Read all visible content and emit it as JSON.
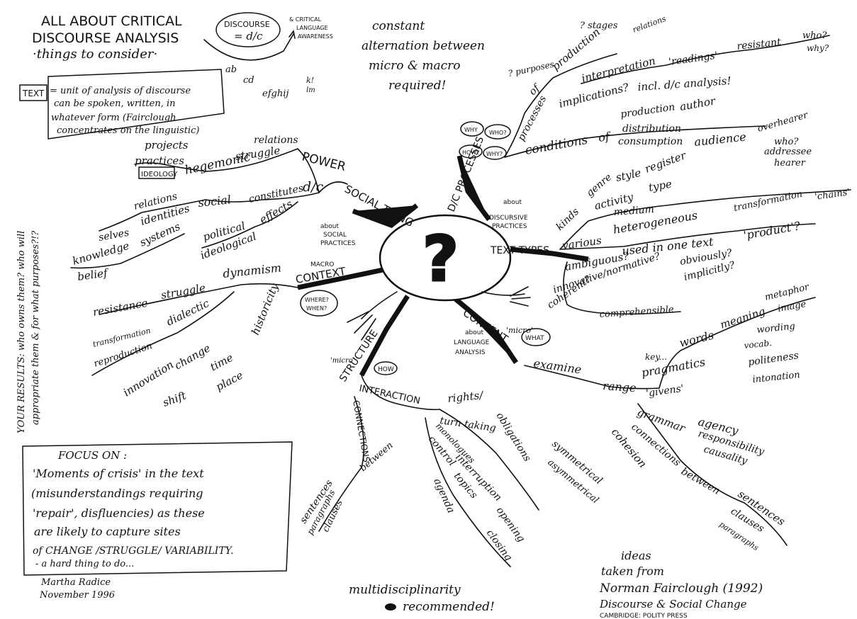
{
  "title": {
    "line1": "ALL ABOUT CRITICAL",
    "line2": "DISCOURSE ANALYSIS",
    "line3": "·things to consider·",
    "bubble_l1": "DISCOURSE",
    "bubble_l2": "= d/c",
    "cla_l1": "& CRITICAL",
    "cla_l2": "LANGUAGE",
    "cla_l3": "AWARENESS"
  },
  "alternation": [
    "constant",
    "alternation between",
    "micro & macro",
    "required!"
  ],
  "text_box": {
    "tag": "TEXT",
    "lines": [
      "= unit of analysis of discourse",
      "can be spoken, written, in",
      "whatever form (Fairclough",
      "concentrates on the linguistic)"
    ],
    "letters": [
      "ab",
      "cd",
      "efghij",
      "k!",
      "lm"
    ]
  },
  "side_note": [
    "YOUR RESULTS: who owns them? who will",
    "appropriate them & for what purposes?!?"
  ],
  "focus_box": {
    "heading": "FOCUS ON :",
    "lines": [
      "'Moments of crisis' in the text",
      "(misunderstandings requiring",
      "'repair', disfluencies) as these",
      "are likely to capture sites",
      "of CHANGE /STRUGGLE/ VARIABILITY.",
      "- a hard thing to do..."
    ]
  },
  "signature": [
    "Martha Radice",
    "November 1996"
  ],
  "source": [
    "ideas",
    "taken from",
    "Norman Fairclough (1992)",
    "Discourse & Social Change",
    "CAMBRIDGE: POLITY PRESS"
  ],
  "footer": "multidisciplinarity",
  "footer2": "recommended!",
  "center": {
    "symbol": "?"
  },
  "branches": {
    "social": {
      "label": "SOCIAL THING",
      "dc": "d/c",
      "constitutes": "constitutes",
      "power": "POWER",
      "relations": "relations",
      "struggle": "struggle",
      "hegemonic": "hegemonic",
      "projects": "projects",
      "practices": "practices",
      "ideology": "IDEOLOGY",
      "social": "social",
      "relations2": "relations",
      "identities": "identities",
      "selves": "selves",
      "systems": "systems",
      "knowledge": "knowledge",
      "belief": "belief",
      "effects": "effects",
      "political": "political",
      "ideological": "ideological",
      "about": [
        "about",
        "SOCIAL",
        "PRACTICES"
      ]
    },
    "macro": {
      "label": "CONTEXT",
      "macro": "MACRO",
      "dynamism": "dynamism",
      "resistance": "resistance",
      "struggle": "struggle",
      "dialectic": "dialectic",
      "transformation": "transformation",
      "reproduction": "reproduction",
      "change": "change",
      "innovation": "innovation",
      "shift": "shift",
      "historicity": "historicity",
      "time": "time",
      "place": "place",
      "where": "WHERE?",
      "when": "WHEN?"
    },
    "processes": {
      "label": "D/C PROCESSES",
      "about": [
        "about",
        "DISCURSIVE",
        "PRACTICES"
      ],
      "of": "of",
      "processes": "processes",
      "purposes": "? purposes",
      "production": "production",
      "stages": "? stages",
      "relations": "relations",
      "interpretation": "interpretation",
      "readings": "'readings'",
      "resistant": "resistant",
      "who": "who?",
      "why": "why?",
      "incl": "incl. d/c analysis!",
      "implications": "implications?",
      "conditions": "conditions",
      "of2": "of",
      "author": "author",
      "production2": "production",
      "distribution": "distribution",
      "consumption": "consumption",
      "audience": "audience",
      "overhearer": "overhearer",
      "who2": "who?",
      "addressee": "addressee",
      "hearer": "hearer",
      "bubbles": [
        "WHY",
        "WHO?",
        "HOW?",
        "WHY?"
      ]
    },
    "texttypes": {
      "label": "TEXT TYPES",
      "kinds": "kinds",
      "genre": "genre",
      "style": "style",
      "register": "register",
      "activity": "activity",
      "type": "type",
      "medium": "medium",
      "transformation": "transformation",
      "chains": "'chains'",
      "various": "various",
      "heterogeneous": "heterogeneous",
      "used": "used in one text",
      "product": "'product'?",
      "obviously": "obviously?",
      "implicitly": "implicitly?",
      "ambiguous": "ambiguous?",
      "innovative": "innovative/normative?",
      "coherent": "coherent?",
      "comprehensible": "comprehensible"
    },
    "content": {
      "label": "CONTENT",
      "micro": "'micro'",
      "what": "WHAT",
      "about": [
        "about",
        "LANGUAGE",
        "ANALYSIS"
      ],
      "examine": "examine",
      "range": "range",
      "key": "key...",
      "words": "words",
      "meaning": "meaning",
      "metaphor": "metaphor",
      "image": "image",
      "wording": "wording",
      "vocab": "vocab.",
      "pragmatics": "pragmatics",
      "politeness": "politeness",
      "intonation": "intonation",
      "givens": "'givens'",
      "grammar": "grammar",
      "agency": "agency",
      "responsibility": "responsibility",
      "causality": "causality",
      "connections": "connections",
      "between": "between",
      "sentences": "sentences",
      "clauses": "clauses",
      "paragraphs": "paragraphs",
      "cohesion": "cohesion"
    },
    "structure": {
      "label": "STRUCTURE",
      "micro": "'micro'",
      "how": "HOW",
      "interaction": "INTERACTION",
      "rights": "rights/",
      "obligations": "obligations",
      "turn": "turn taking",
      "monologues": "monologues",
      "control": "control",
      "interruption": "interruption",
      "topics": "topics",
      "agenda": "agenda",
      "opening": "opening",
      "closing": "closing",
      "symmetrical": "symmetrical",
      "asymmetrical": "asymmetrical",
      "connections": "CONNECTIONS",
      "between": "between",
      "sentences": "sentences",
      "paragraphs": "paragraphs",
      "clauses": "clauses"
    }
  }
}
